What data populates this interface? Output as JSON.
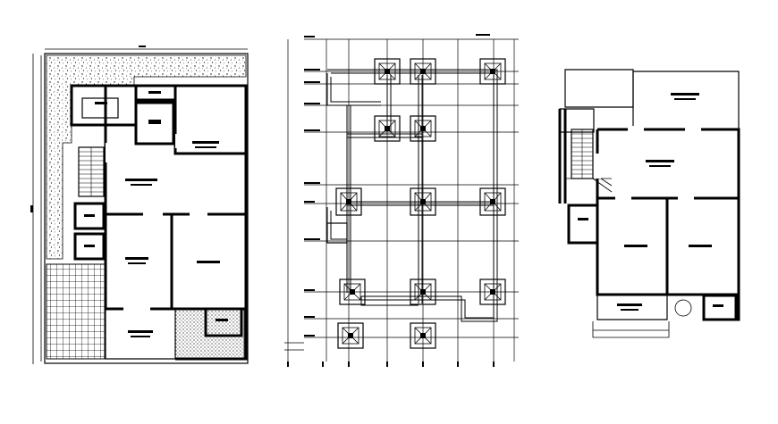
{
  "drawing": {
    "sheets": [
      "ground-floor-plan",
      "column-footing-layout",
      "first-floor-plan"
    ]
  },
  "ground_floor": {
    "overall_width_dim": "",
    "overall_depth_dim": "",
    "rooms": [
      {
        "id": "kitchen",
        "label": ""
      },
      {
        "id": "store",
        "label": ""
      },
      {
        "id": "pooja",
        "label": ""
      },
      {
        "id": "bedroom-1",
        "label": ""
      },
      {
        "id": "living-dining",
        "label": ""
      },
      {
        "id": "bedroom-2",
        "label": ""
      },
      {
        "id": "bedroom-3",
        "label": ""
      },
      {
        "id": "porch",
        "label": ""
      },
      {
        "id": "toilet-1",
        "label": ""
      },
      {
        "id": "toilet-2",
        "label": ""
      },
      {
        "id": "wash",
        "label": ""
      }
    ]
  },
  "footing_layout": {
    "grid_labels_left": [
      "",
      "",
      "",
      "",
      "",
      "",
      "",
      ""
    ],
    "footing_count": 14
  },
  "first_floor": {
    "rooms": [
      {
        "id": "terrace",
        "label": ""
      },
      {
        "id": "family-lounge",
        "label": ""
      },
      {
        "id": "toilet",
        "label": ""
      },
      {
        "id": "bedroom-a",
        "label": ""
      },
      {
        "id": "bedroom-b",
        "label": ""
      },
      {
        "id": "balcony",
        "label": ""
      },
      {
        "id": "toilet-b",
        "label": ""
      }
    ]
  }
}
